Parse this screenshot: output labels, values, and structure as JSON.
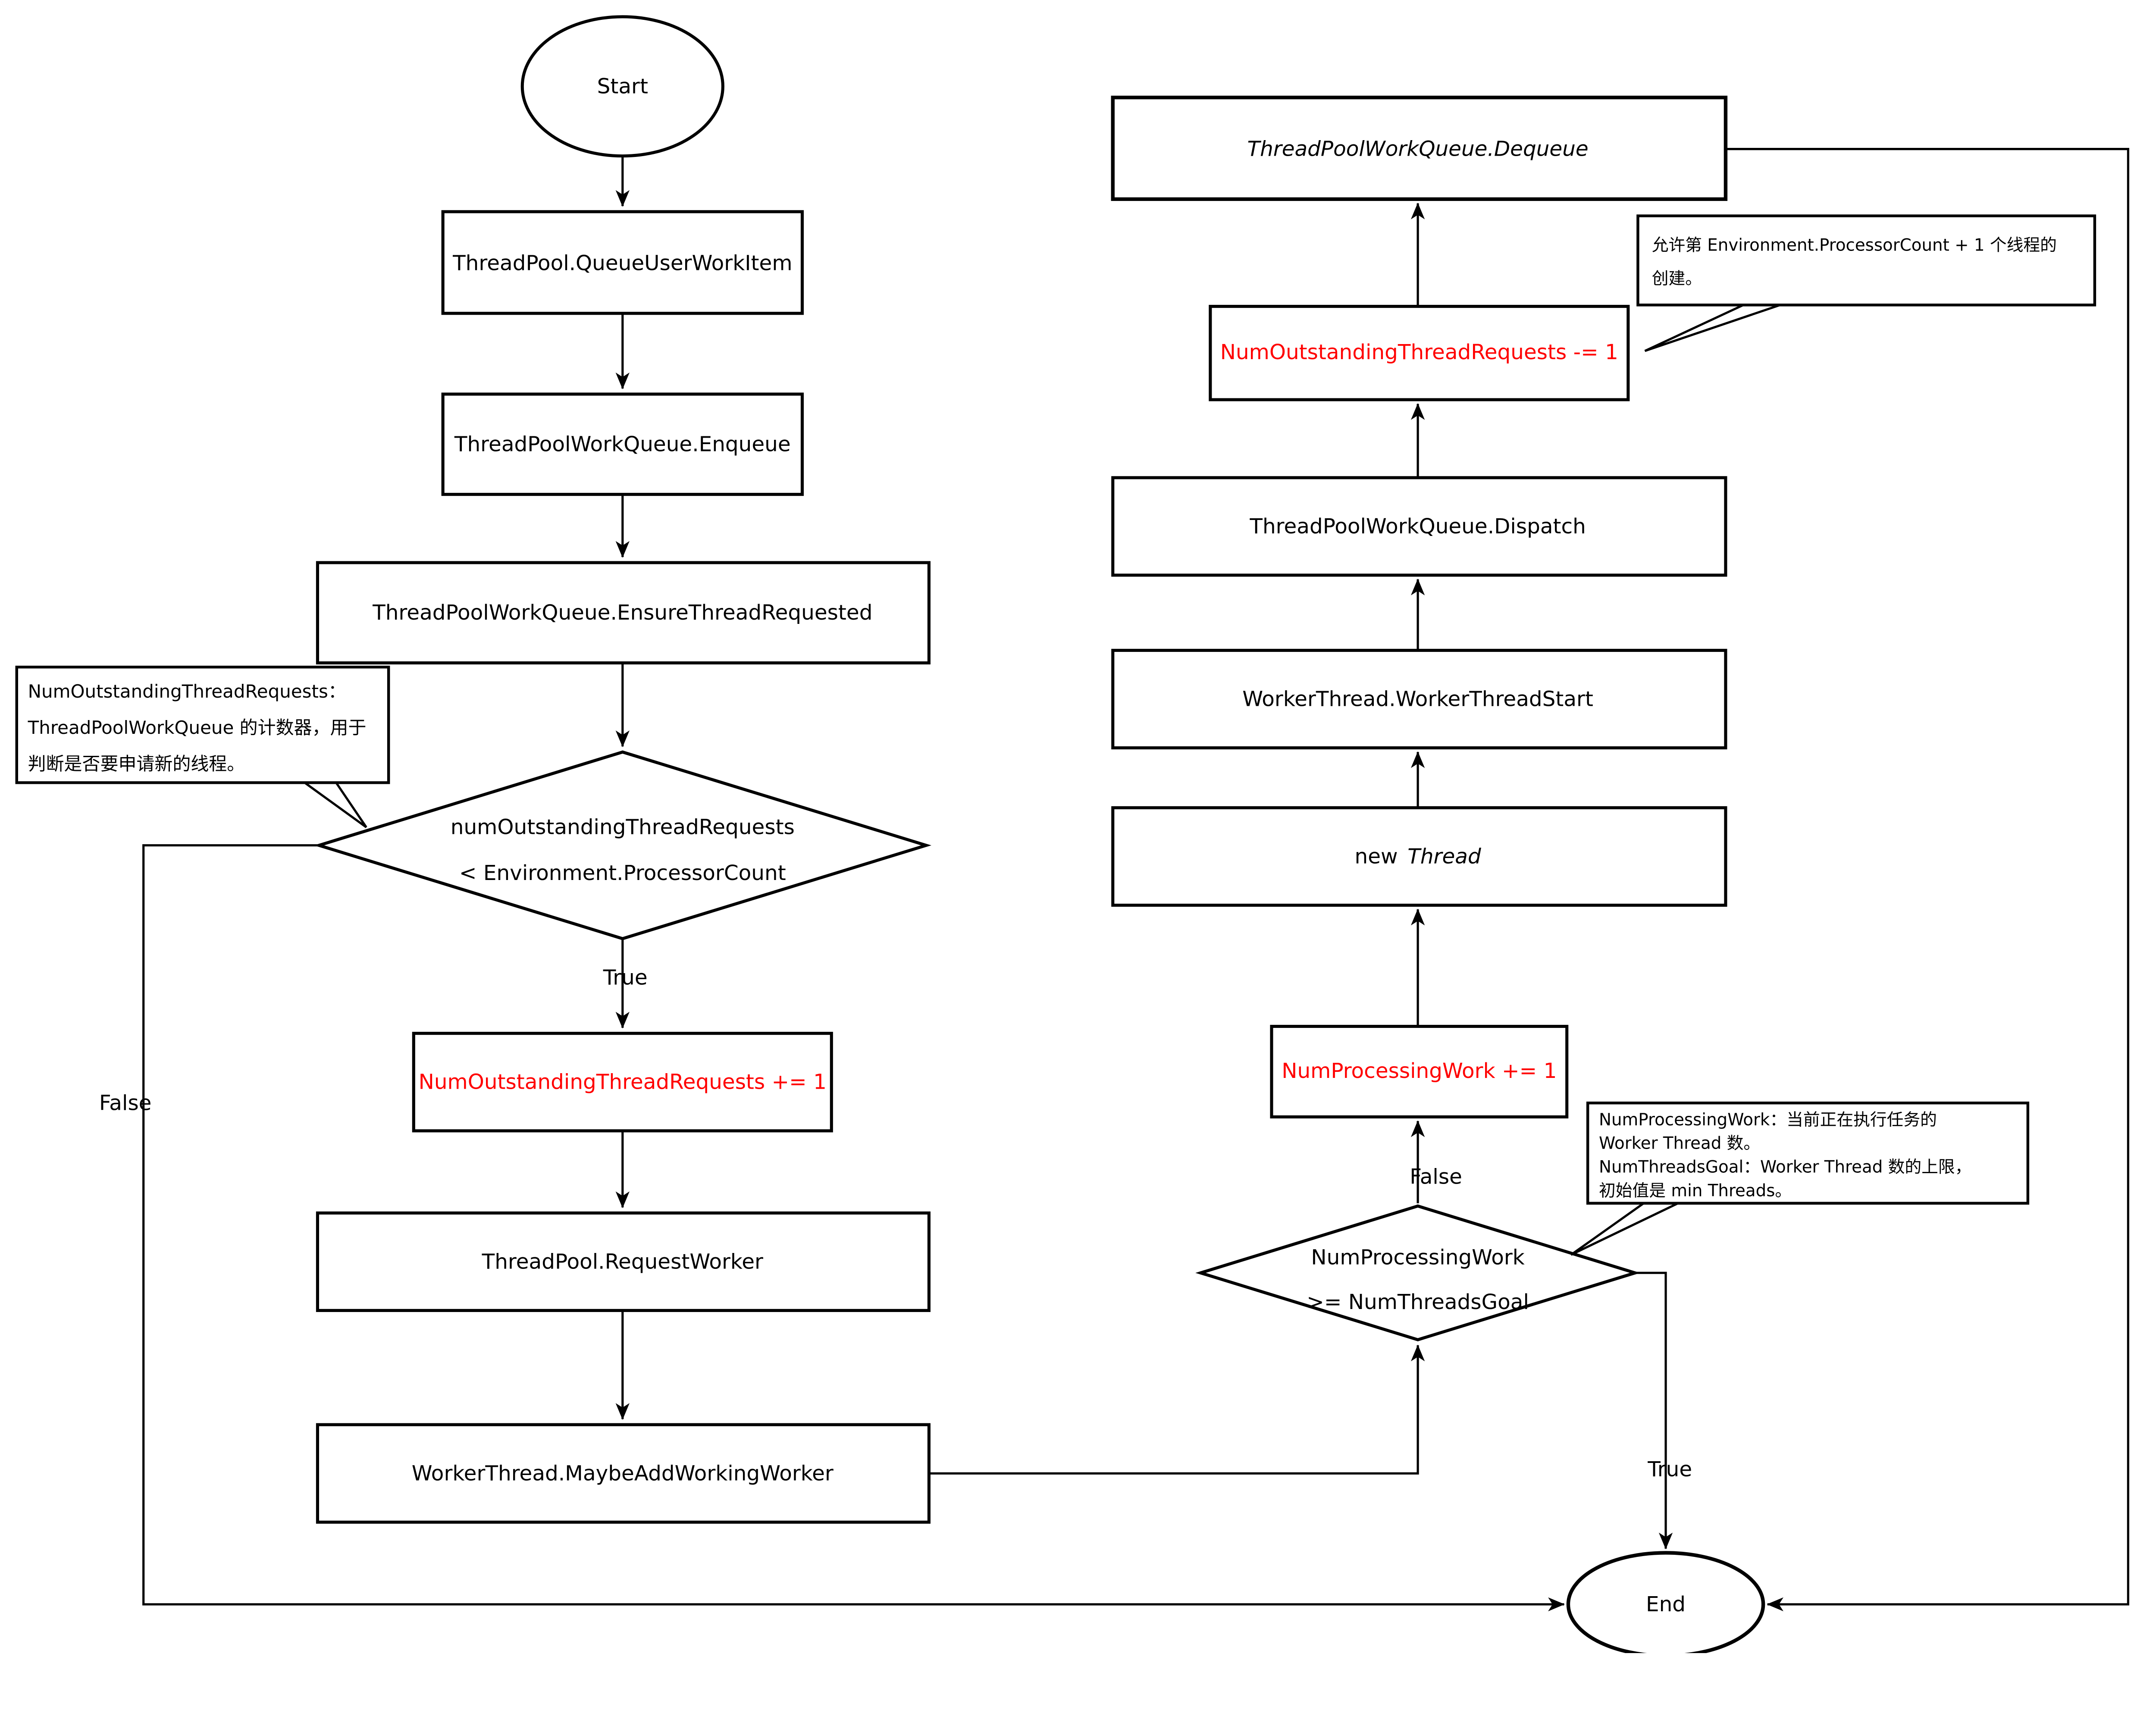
{
  "diagram_title": "ThreadPool QueueUserWorkItem flowchart",
  "colors": {
    "background": "#ffffff",
    "line": "#000000",
    "highlight_text": "#ff0000"
  },
  "nodes": {
    "start": {
      "label": "Start"
    },
    "queue_user_work_item": {
      "label": "ThreadPool.QueueUserWorkItem"
    },
    "enqueue": {
      "label": "ThreadPoolWorkQueue.Enqueue"
    },
    "ensure_thread_requested": {
      "label": "ThreadPoolWorkQueue.EnsureThreadRequested"
    },
    "decision_outstanding": {
      "line1": "numOutstandingThreadRequests",
      "line2": "< Environment.ProcessorCount"
    },
    "inc_outstanding": {
      "label": "NumOutstandingThreadRequests += 1",
      "text_color": "#ff0000"
    },
    "request_worker": {
      "label": "ThreadPool.RequestWorker"
    },
    "maybe_add_working_worker": {
      "label": "WorkerThread.MaybeAddWorkingWorker"
    },
    "decision_processing": {
      "line1": "NumProcessingWork",
      "line2": ">= NumThreadsGoal"
    },
    "inc_processing": {
      "label": "NumProcessingWork += 1",
      "text_color": "#ff0000"
    },
    "new_thread": {
      "word1": "new",
      "word2": "Thread"
    },
    "worker_thread_start": {
      "label": "WorkerThread.WorkerThreadStart"
    },
    "dispatch": {
      "label": "ThreadPoolWorkQueue.Dispatch"
    },
    "dec_outstanding": {
      "label": "NumOutstandingThreadRequests -= 1",
      "text_color": "#ff0000"
    },
    "dequeue": {
      "label": "ThreadPoolWorkQueue.Dequeue"
    },
    "end": {
      "label": "End"
    }
  },
  "edge_labels": {
    "true_outstanding": "True",
    "false_outstanding": "False",
    "false_processing": "False",
    "true_processing": "True"
  },
  "callouts": {
    "outstanding_note": {
      "line1": "NumOutstandingThreadRequests：",
      "line2": "ThreadPoolWorkQueue 的计数器，用于",
      "line3": "判断是否要申请新的线程。"
    },
    "processor_note": {
      "line1": "允许第 Environment.ProcessorCount + 1 个线程的",
      "line2": "创建。"
    },
    "processing_note": {
      "line1": "NumProcessingWork：当前正在执行任务的",
      "line2": "Worker Thread 数。",
      "line3": "NumThreadsGoal：Worker Thread 数的上限，",
      "line4": "初始值是 min Threads。"
    }
  }
}
